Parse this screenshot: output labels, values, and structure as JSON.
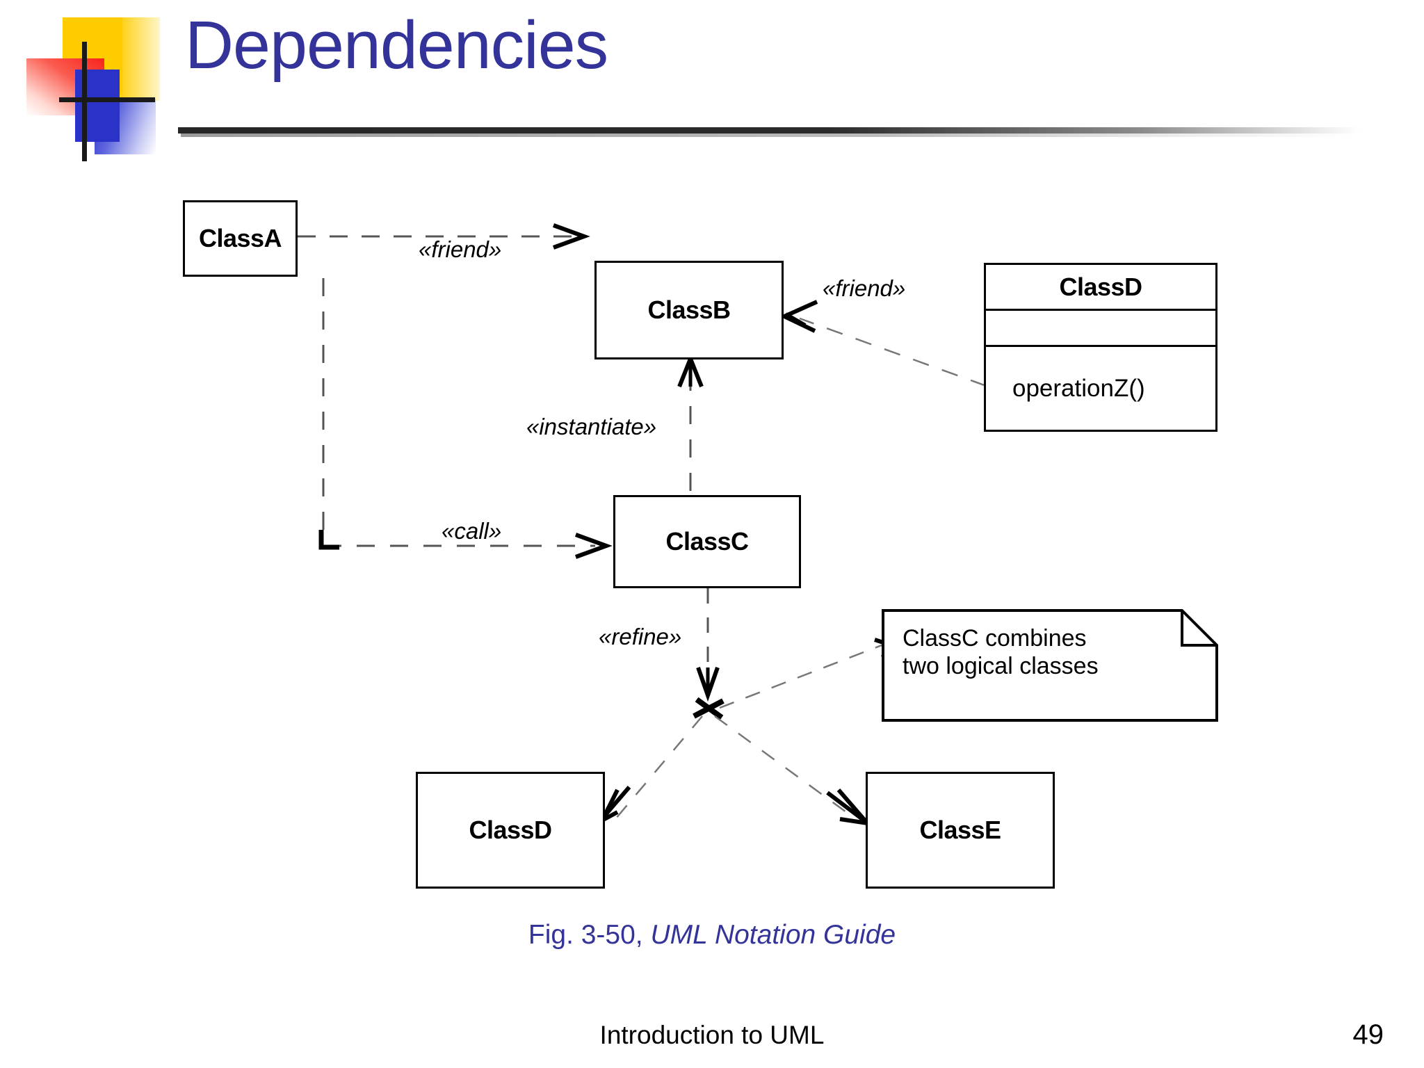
{
  "slide": {
    "title": "Dependencies",
    "title_color": "#333399",
    "footer": "Introduction to UML",
    "page_number": "49",
    "caption_prefix": "Fig. 3-50, ",
    "caption_source": "UML Notation Guide"
  },
  "logo": {
    "name": "decorative-squares-logo",
    "colors": {
      "yellow": "#ffcc00",
      "red": "#f8231d",
      "blue": "#2b32c8",
      "bar": "#1a1a1a"
    }
  },
  "diagram": {
    "type": "uml-class-dependency-diagram",
    "classes": [
      {
        "id": "classA",
        "name": "ClassA",
        "compartments": 1
      },
      {
        "id": "classB",
        "name": "ClassB",
        "compartments": 1
      },
      {
        "id": "classC",
        "name": "ClassC",
        "compartments": 1
      },
      {
        "id": "classD_full",
        "name": "ClassD",
        "compartments": 3,
        "attributes": "",
        "operations": "operationZ()"
      },
      {
        "id": "classD_bottom",
        "name": "ClassD",
        "compartments": 1
      },
      {
        "id": "classE",
        "name": "ClassE",
        "compartments": 1
      }
    ],
    "dependencies": [
      {
        "from": "ClassA",
        "to": "ClassB",
        "stereotype": "«friend»"
      },
      {
        "from": "ClassD.operationZ()",
        "to": "ClassB",
        "stereotype": "«friend»"
      },
      {
        "from": "ClassC",
        "to": "ClassB",
        "stereotype": "«instantiate»"
      },
      {
        "from": "ClassA",
        "to": "ClassC",
        "stereotype": "«call»"
      },
      {
        "from": "ClassC",
        "to": "ClassD / ClassE",
        "stereotype": "«refine»"
      }
    ],
    "note": {
      "text": "ClassC combines\n  two logical classes",
      "attached_to": "refine-junction"
    }
  }
}
